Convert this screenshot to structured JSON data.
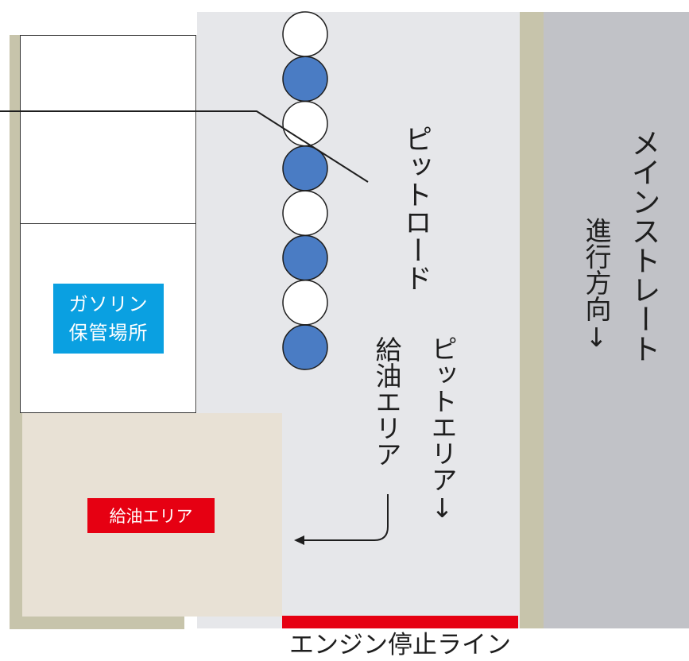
{
  "labels": {
    "main_straight": "メインストレート",
    "travel_direction": "進行方向↓",
    "pit_road": "ピットロード",
    "pit_area": "ピットエリア↓",
    "fueling_area_vertical": "給油エリア",
    "gasoline_storage_line1": "ガソリン",
    "gasoline_storage_line2": "保管場所",
    "fueling_area_box": "給油エリア",
    "engine_stop_line": "エンジン停止ライン"
  },
  "colors": {
    "pit_road_bg": "#e6e7ea",
    "main_straight_bg": "#c1c2c7",
    "wall": "#c7c4ab",
    "fuel_area_bg": "#e8e1d5",
    "gas_label_bg": "#0aa0e1",
    "fuel_label_bg": "#e60012",
    "stop_line": "#e60012",
    "pylon_blue": "#4a7cc4",
    "pylon_white": "#ffffff"
  },
  "pylons": [
    "white",
    "blue",
    "white",
    "blue",
    "white",
    "blue",
    "white",
    "blue"
  ]
}
